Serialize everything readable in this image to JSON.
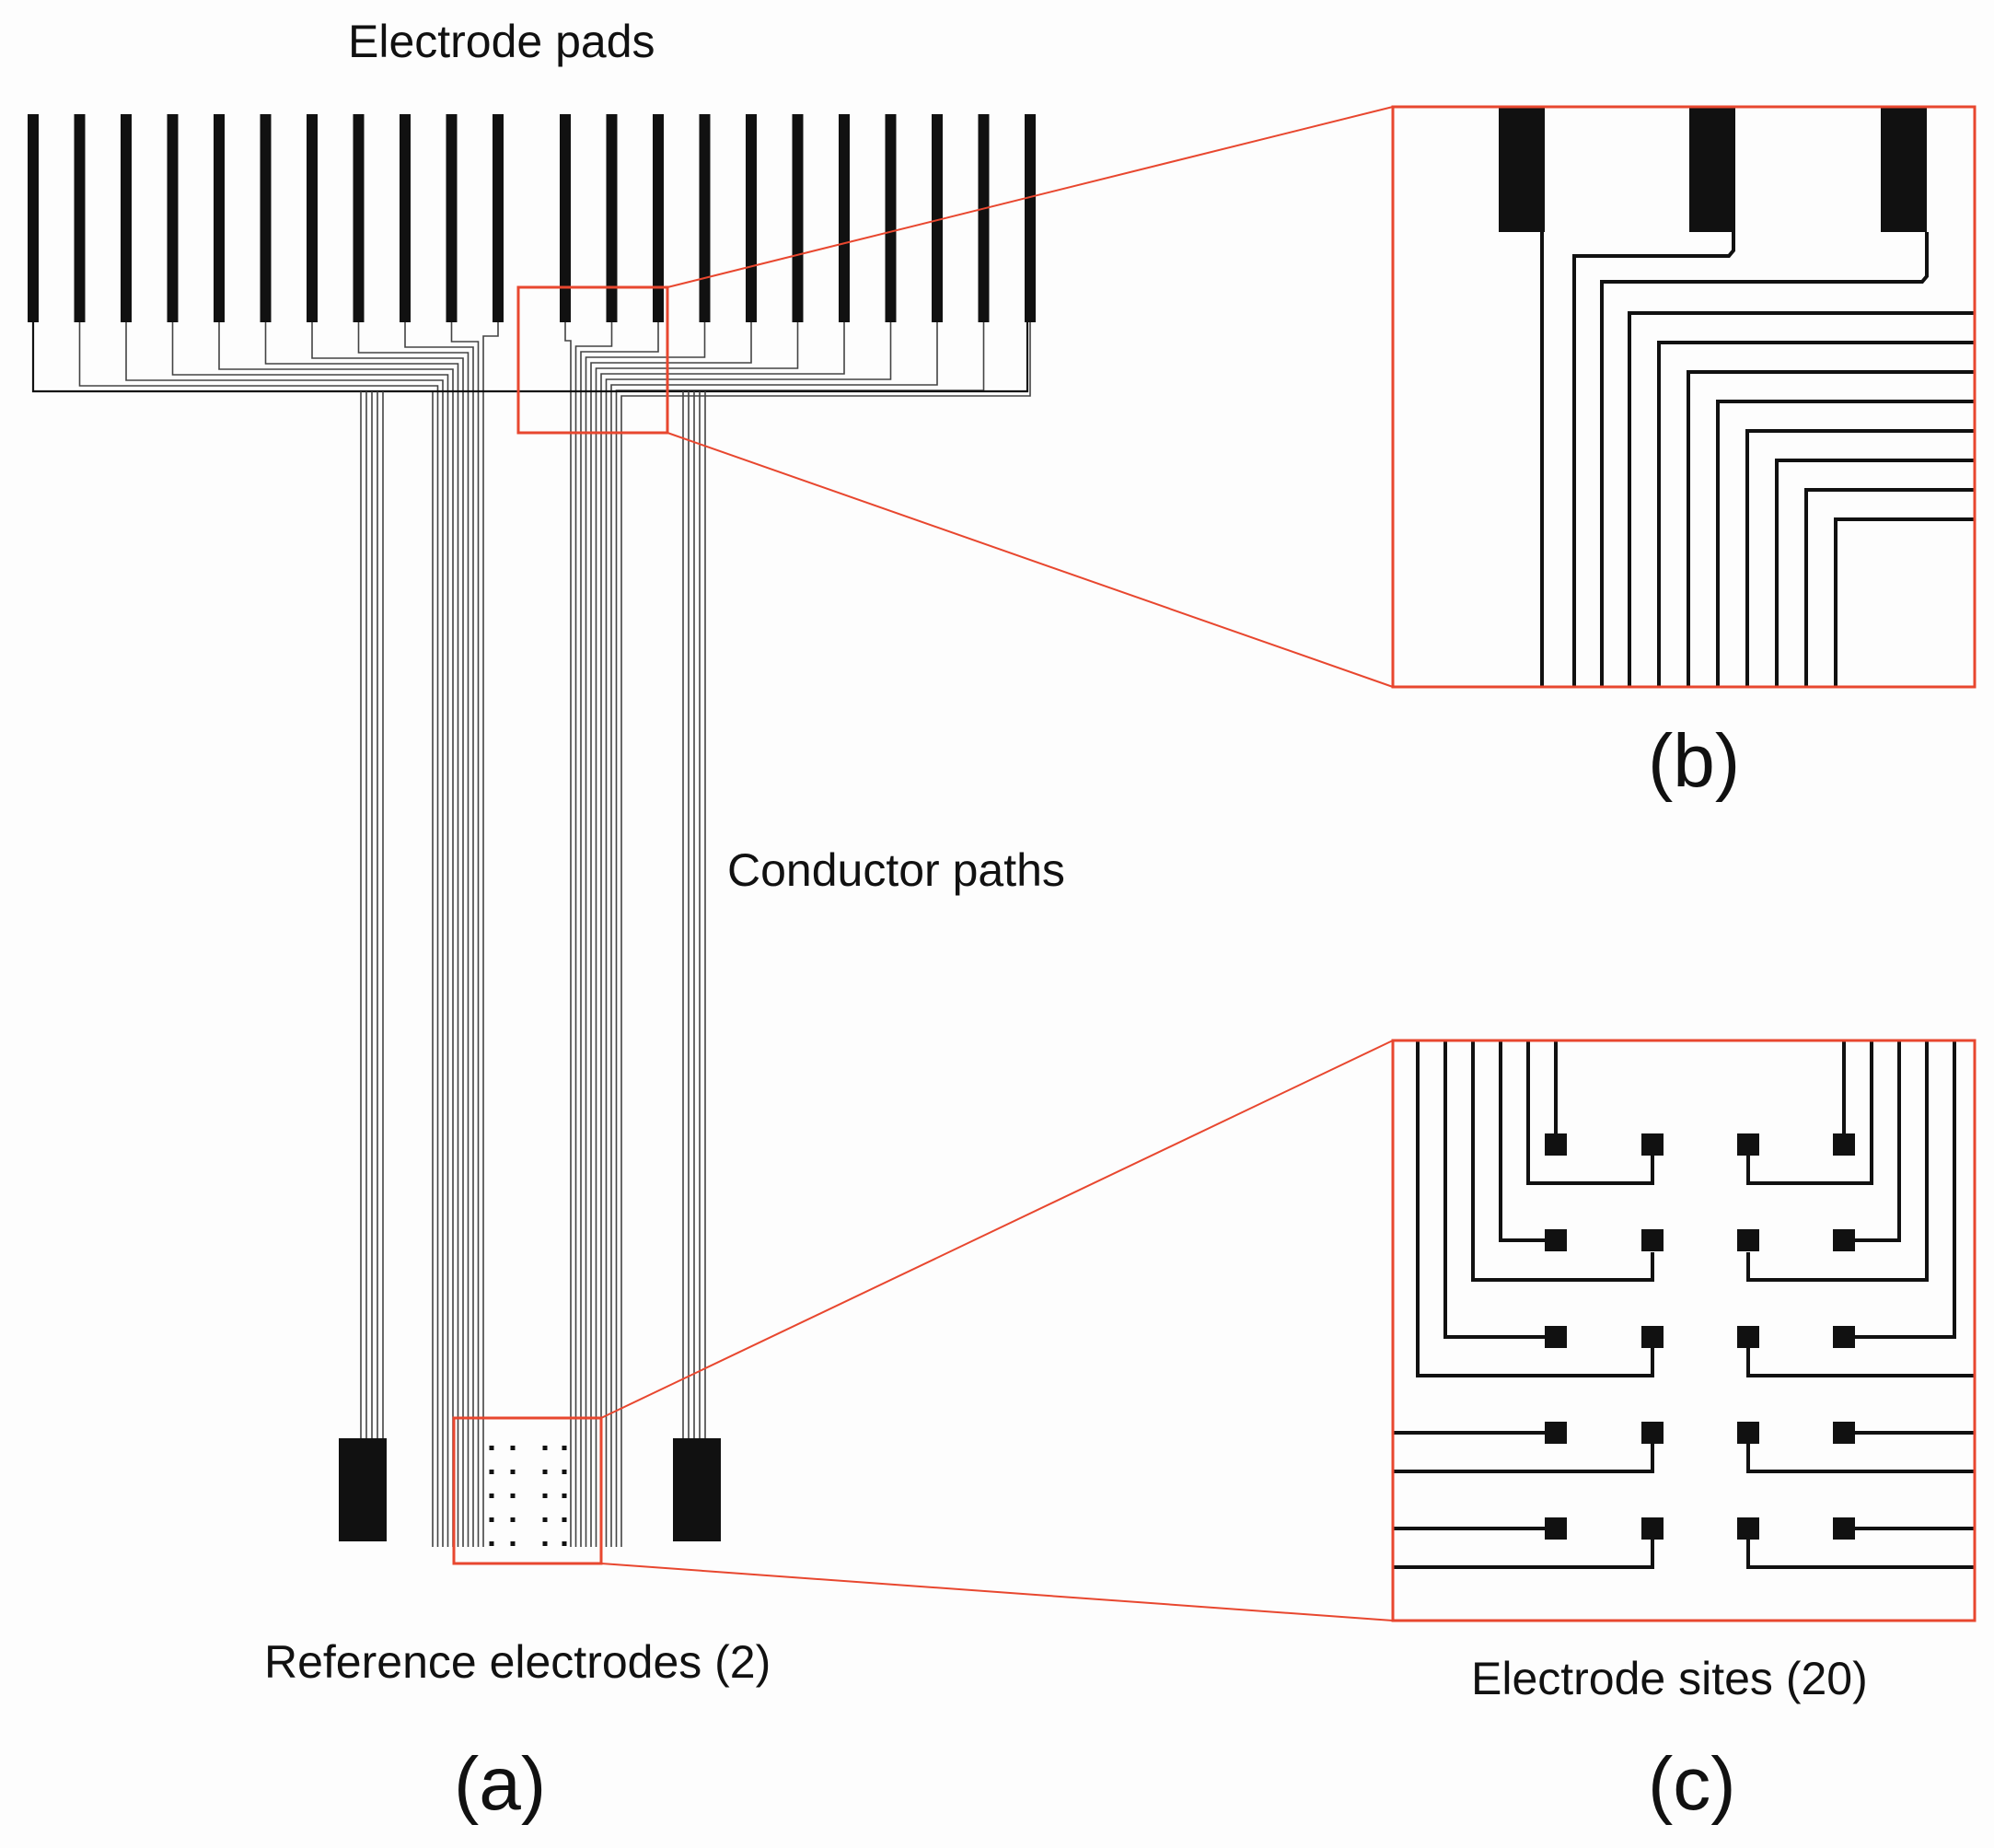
{
  "labels": {
    "electrode_pads": "Electrode pads",
    "conductor_paths": "Conductor paths",
    "reference_electrodes": "Reference electrodes (2)",
    "electrode_sites": "Electrode sites (20)",
    "panel_a": "(a)",
    "panel_b": "(b)",
    "panel_c": "(c)"
  },
  "colors": {
    "trace": "#111111",
    "highlight": "#e8472f",
    "background": "#fdfdfd"
  }
}
